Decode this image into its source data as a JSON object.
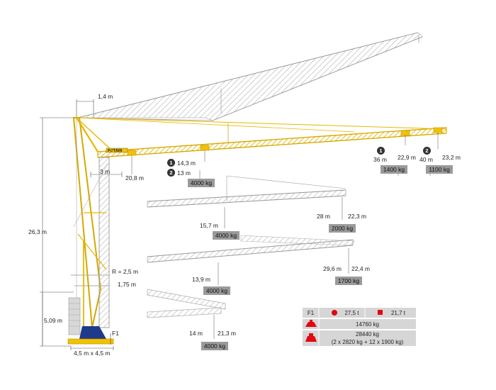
{
  "diagram": {
    "crane_brand": "POTAIN",
    "dimensions": {
      "top_offset": "1,4 m",
      "height_total": "26,3 m",
      "mast_width": "3 m",
      "radius": "R = 2,5 m",
      "base_offset": "1,75 m",
      "ballast_height": "5,09 m",
      "base_size": "4,5 m x 4,5 m",
      "f1_label": "F1"
    },
    "main_config": {
      "near_height": "20,8 m",
      "point1_radius": "14,3 m",
      "point2_radius": "13 m",
      "load_near": "4000 kg",
      "tip1_radius": "36 m",
      "tip1_height": "22,9 m",
      "tip1_load": "1400 kg",
      "tip2_radius": "40 m",
      "tip2_height": "23,2 m",
      "tip2_load": "1100 kg",
      "marker1": "1",
      "marker2": "2"
    },
    "config2": {
      "radius_near": "15,7 m",
      "load_near": "4000 kg",
      "radius_tip": "28 m",
      "height_tip": "22,3 m",
      "load_tip": "2000 kg"
    },
    "config3": {
      "radius_near": "13,9 m",
      "load_near": "4000 kg",
      "radius_tip": "29,6 m",
      "height_tip": "22,4 m",
      "load_tip": "1700 kg"
    },
    "config4": {
      "radius": "14 m",
      "height": "21,3 m",
      "load": "4000 kg"
    },
    "table": {
      "f1_header": "F1",
      "circle_value": "27,5 t",
      "square_value": "21,7 t",
      "row1_icon": "crane-base-icon",
      "row1_value": "14760 kg",
      "row2_icon": "ballast-icon",
      "row2_line1": "28440 kg",
      "row2_line2": "(2 x 2820 kg + 12 x 1900 kg)"
    },
    "colors": {
      "crane_yellow": "#f2c200",
      "lattice_grey": "#b5b5b5",
      "tag_grey": "#9a9a9a",
      "marker_red": "#e30613",
      "base_blue": "#1e3a8a"
    }
  }
}
